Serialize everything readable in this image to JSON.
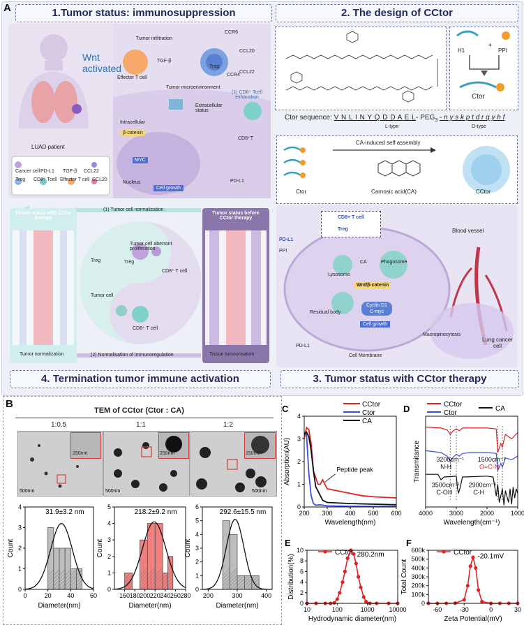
{
  "panelA": {
    "letter": "A",
    "sec1": "1.Tumor status: immunosuppression",
    "sec2": "2. The design of CCtor",
    "sec3": "3. Tumor status with CCtor therapy",
    "sec4": "4. Termination tumor immune activation",
    "patient": "LUAD patient",
    "wnt": "Wnt activated",
    "labels": {
      "tumor_infiltration": "Tumor infiltration",
      "ccr6": "CCR6",
      "tgfb": "TGF-β",
      "effector": "Effector T cell",
      "treg": "Treg",
      "ccr4": "CCR4",
      "ccl20": "CCL20",
      "ccl22": "CCL22",
      "tme": "Tumor microenvironment",
      "exhaustion": "(1) CD8⁺ Tcell exhaustion",
      "extracellular": "Extracellular status",
      "intracellular": "Intracellular",
      "bcatenin": "β-catenin",
      "myc": "MYC",
      "cd8t": "CD8⁺T",
      "pdl1": "PD-L1",
      "nucleus": "Nucleus",
      "cellgrowth": "Cell growth"
    },
    "legend": [
      "Cancer cell",
      "PD-L1",
      "TGF-β",
      "CCL22",
      "Treg",
      "CD8⁺ Tcell",
      "Effector T cell",
      "CCL20"
    ],
    "design": {
      "h1": "H1",
      "ppi": "PPI",
      "ctor": "Ctor",
      "seq_prefix": "Ctor sequence:",
      "seq_l": "V N L I N Y Q D D A E L",
      "peg": "- PEG",
      "peg_sub": "3",
      "seq_d": "- n y s k p t d r q y h f",
      "l_type": "L-type",
      "d_type": "D-type",
      "assembly": "CA-induced self assembly",
      "ctor2": "Ctor",
      "ca": "Carnosic acid(CA)",
      "cctor": "CCtor"
    },
    "arrows": {
      "normalization": "(1) Tumor cell normalization",
      "immunoreg": "(2) Normalisation of immunoregulation"
    },
    "sec4labels": {
      "with_title": "Tumor status with CCtor therapy",
      "before_title": "Tumor status before CCtor therapy",
      "normalization": "Tumor normalization",
      "tumourisation": "Tissue tumourisation",
      "aberrant": "Tumor cell aberrant proliferation",
      "treg1": "Treg",
      "treg2": "Treg",
      "cd8a": "CD8⁺ T cell",
      "cd8b": "CD8⁺ T cell",
      "tumorcell": "Tumor cell"
    },
    "sec3labels": {
      "cd8": "CD8+ T cell",
      "treg": "Treg",
      "pdl1": "PD-L1",
      "ppi": "PPI",
      "lysosome": "Lysosome",
      "ca": "CA",
      "phagosome": "Phagosome",
      "wnt": "Wnt/β-catenin",
      "residual": "Residual body",
      "cyclin": "Cyclin D1",
      "cmyc": "C-myc",
      "cellgrowth": "Cell growth",
      "pdl1b": "PD-L1",
      "membrane": "Cell Membrane",
      "macro": "Macropinocytosis",
      "vessel": "Blood vessel",
      "lung": "Lung cancer cell"
    }
  },
  "panelB": {
    "letter": "B",
    "title": "TEM of CCtor (Ctor : CA)",
    "ratios": [
      "1:0.5",
      "1:1",
      "1:2"
    ],
    "scale": [
      "500nm",
      "500nm",
      "500nm"
    ],
    "inset_scale": [
      "250nm",
      "250nm",
      "250nm"
    ]
  },
  "colors": {
    "cctor": "#e02222",
    "ctor": "#3c4fd8",
    "ca": "#111111",
    "hist_gray": "#bdbdbd",
    "hist_red": "#f07f7f"
  },
  "chart_data": [
    {
      "type": "bar",
      "id": "B1",
      "annotation": "31.9±3.2 nm",
      "xlabel": "Diameter(nm)",
      "ylabel": "Count",
      "xlim": [
        0,
        60
      ],
      "ylim": [
        0,
        4
      ],
      "xticks": [
        0,
        20,
        40,
        60
      ],
      "yticks": [
        0,
        1,
        2,
        3,
        4
      ],
      "bins": [
        [
          20,
          25,
          3
        ],
        [
          25,
          30,
          2
        ],
        [
          30,
          35,
          2
        ],
        [
          35,
          40,
          2
        ],
        [
          40,
          45,
          1
        ],
        [
          45,
          50,
          1
        ]
      ],
      "fit": {
        "mean": 31.9,
        "sd": 9.5,
        "peak": 3.2
      }
    },
    {
      "type": "bar",
      "id": "B2",
      "annotation": "218.2±9.2 nm",
      "xlabel": "Diameter(nm)",
      "ylabel": "Count",
      "xlim": [
        140,
        280
      ],
      "ylim": [
        0,
        5
      ],
      "xticks": [
        160,
        180,
        200,
        220,
        240,
        260,
        280
      ],
      "yticks": [
        0,
        1,
        2,
        3,
        4,
        5
      ],
      "bins": [
        [
          160,
          175,
          1
        ],
        [
          190,
          205,
          3
        ],
        [
          205,
          220,
          4
        ],
        [
          220,
          235,
          4
        ],
        [
          235,
          245,
          1
        ],
        [
          245,
          255,
          2
        ]
      ],
      "fit": {
        "mean": 218.2,
        "sd": 23,
        "peak": 4.1
      }
    },
    {
      "type": "bar",
      "id": "B3",
      "annotation": "292.6±15.5 nm",
      "xlabel": "Diameter(nm)",
      "ylabel": "Count",
      "xlim": [
        180,
        420
      ],
      "ylim": [
        0,
        6
      ],
      "xticks": [
        200,
        300,
        400
      ],
      "yticks": [
        0,
        1,
        2,
        3,
        4,
        5,
        6
      ],
      "bins": [
        [
          250,
          275,
          5
        ],
        [
          275,
          300,
          4
        ],
        [
          300,
          325,
          1
        ],
        [
          325,
          350,
          1
        ],
        [
          350,
          375,
          1
        ]
      ],
      "fit": {
        "mean": 292.6,
        "sd": 30,
        "peak": 5.1
      }
    },
    {
      "type": "line",
      "id": "C",
      "letter": "C",
      "xlabel": "Wavelength(nm)",
      "ylabel": "Absorption(AU)",
      "xlim": [
        200,
        600
      ],
      "ylim": [
        0,
        4
      ],
      "xticks": [
        200,
        300,
        400,
        500,
        600
      ],
      "yticks": [
        0,
        1,
        2,
        3,
        4
      ],
      "annotation": "Peptide peak",
      "series": [
        {
          "name": "CCtor",
          "color": "#e02222",
          "x": [
            200,
            210,
            220,
            230,
            240,
            250,
            260,
            270,
            280,
            290,
            300,
            350,
            400,
            450,
            500,
            600
          ],
          "y": [
            3.0,
            3.5,
            3.4,
            2.8,
            1.6,
            1.3,
            1.0,
            1.0,
            1.2,
            1.0,
            0.8,
            0.7,
            0.6,
            0.5,
            0.45,
            0.4
          ]
        },
        {
          "name": "Ctor",
          "color": "#3c4fd8",
          "x": [
            200,
            210,
            220,
            230,
            240,
            250,
            270,
            300,
            400,
            600
          ],
          "y": [
            3.3,
            3.2,
            1.5,
            0.5,
            0.15,
            0.08,
            0.1,
            0.05,
            0.03,
            0.02
          ]
        },
        {
          "name": "CA",
          "color": "#111111",
          "x": [
            200,
            210,
            220,
            230,
            240,
            250,
            260,
            270,
            280,
            300,
            400,
            600
          ],
          "y": [
            3.2,
            3.3,
            3.1,
            2.5,
            1.6,
            0.9,
            0.7,
            0.5,
            0.3,
            0.2,
            0.15,
            0.1
          ]
        }
      ]
    },
    {
      "type": "line",
      "id": "D",
      "letter": "D",
      "xlabel": "Wavelength(cm⁻¹)",
      "ylabel": "Transmitance",
      "xlim": [
        4000,
        1000
      ],
      "xticks": [
        4000,
        3000,
        2000,
        1000
      ],
      "annotations": [
        "3200cm⁻¹",
        "N-H",
        "1500cm⁻¹",
        "O=C-N",
        "3500cm⁻¹",
        "C-OH",
        "2900cm⁻¹",
        "C-H"
      ],
      "series": [
        {
          "name": "CCtor",
          "color": "#e02222",
          "x": [
            4000,
            3500,
            3300,
            3200,
            3100,
            3000,
            2900,
            2800,
            2500,
            2000,
            1700,
            1650,
            1550,
            1500,
            1400,
            1200,
            1000
          ],
          "y": [
            0.88,
            0.87,
            0.85,
            0.8,
            0.84,
            0.86,
            0.84,
            0.87,
            0.87,
            0.87,
            0.86,
            0.6,
            0.7,
            0.66,
            0.8,
            0.75,
            0.82
          ]
        },
        {
          "name": "Ctor",
          "color": "#3c4fd8",
          "x": [
            4000,
            3500,
            3300,
            3200,
            3100,
            3000,
            2900,
            2800,
            2500,
            2000,
            1700,
            1650,
            1550,
            1500,
            1400,
            1200,
            1000
          ],
          "y": [
            0.62,
            0.6,
            0.56,
            0.5,
            0.55,
            0.58,
            0.56,
            0.59,
            0.6,
            0.6,
            0.59,
            0.4,
            0.48,
            0.44,
            0.54,
            0.52,
            0.56
          ]
        },
        {
          "name": "CA",
          "color": "#111111",
          "x": [
            4000,
            3600,
            3500,
            3400,
            3000,
            2960,
            2930,
            2870,
            2800,
            2000,
            1800,
            1700,
            1650,
            1600,
            1500,
            1450,
            1400,
            1300,
            1250,
            1200,
            1150,
            1100,
            1050,
            1000
          ],
          "y": [
            0.36,
            0.36,
            0.3,
            0.33,
            0.34,
            0.2,
            0.15,
            0.22,
            0.33,
            0.34,
            0.33,
            0.12,
            0.25,
            0.05,
            0.2,
            0.02,
            0.18,
            0.05,
            0.2,
            0.03,
            0.22,
            0.1,
            0.2,
            0.15
          ]
        }
      ]
    },
    {
      "type": "scatter",
      "id": "E",
      "letter": "E",
      "xlabel": "Hydrodynamic diameter(nm)",
      "ylabel": "Distribution(%)",
      "xscale": "log",
      "xlim": [
        10,
        10000
      ],
      "ylim": [
        0,
        10
      ],
      "xticks": [
        10,
        100,
        1000,
        10000
      ],
      "yticks": [
        0,
        2,
        4,
        6,
        8,
        10
      ],
      "annotation": "280.2nm",
      "series": [
        {
          "name": "CCtor",
          "color": "#e02222",
          "x": [
            10,
            20,
            40,
            60,
            80,
            100,
            120,
            150,
            180,
            220,
            280,
            350,
            420,
            500,
            600,
            750,
            900,
            1200,
            2000,
            5000,
            10000
          ],
          "y": [
            0,
            0,
            0,
            0,
            0.1,
            0.8,
            2,
            4,
            6,
            8.5,
            10,
            9.3,
            7.5,
            5,
            3,
            1.2,
            0.3,
            0,
            0,
            0,
            0
          ]
        }
      ]
    },
    {
      "type": "scatter",
      "id": "F",
      "letter": "F",
      "xlabel": "Zeta Potential(mV)",
      "ylabel": "Total Count",
      "xlim": [
        -70,
        30
      ],
      "ylim": [
        0,
        600000
      ],
      "xticks": [
        -60,
        -30,
        0,
        30
      ],
      "yticks": [
        0,
        100000,
        200000,
        300000,
        400000,
        500000,
        600000
      ],
      "ytick_labels": [
        "0",
        "100k",
        "200k",
        "300k",
        "400k",
        "500k",
        "600k"
      ],
      "annotation": "-20.1mV",
      "series": [
        {
          "name": "CCtor",
          "color": "#e02222",
          "x": [
            -70,
            -60,
            -50,
            -40,
            -30,
            -26,
            -23,
            -20.1,
            -17,
            -14,
            -10,
            0,
            10,
            20,
            30
          ],
          "y": [
            0,
            0,
            0,
            2000,
            40000,
            200000,
            420000,
            520000,
            400000,
            150000,
            20000,
            0,
            0,
            0,
            0
          ]
        }
      ]
    }
  ]
}
